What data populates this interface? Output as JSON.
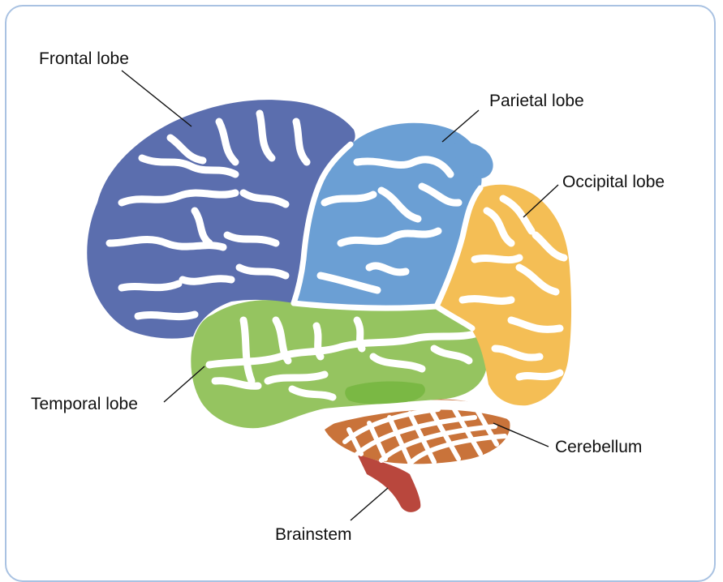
{
  "labels": {
    "frontal": "Frontal lobe",
    "parietal": "Parietal lobe",
    "occipital": "Occipital lobe",
    "temporal": "Temporal lobe",
    "cerebellum": "Cerebellum",
    "brainstem": "Brainstem"
  },
  "colors": {
    "frontal": "#5b6eae",
    "parietal": "#6b9fd4",
    "occipital": "#f4be55",
    "temporal": "#95c460",
    "temporal_accent": "#7ab844",
    "cerebellum": "#c9733a",
    "brainstem": "#b9473d",
    "frame_border": "#a9c2e2"
  }
}
